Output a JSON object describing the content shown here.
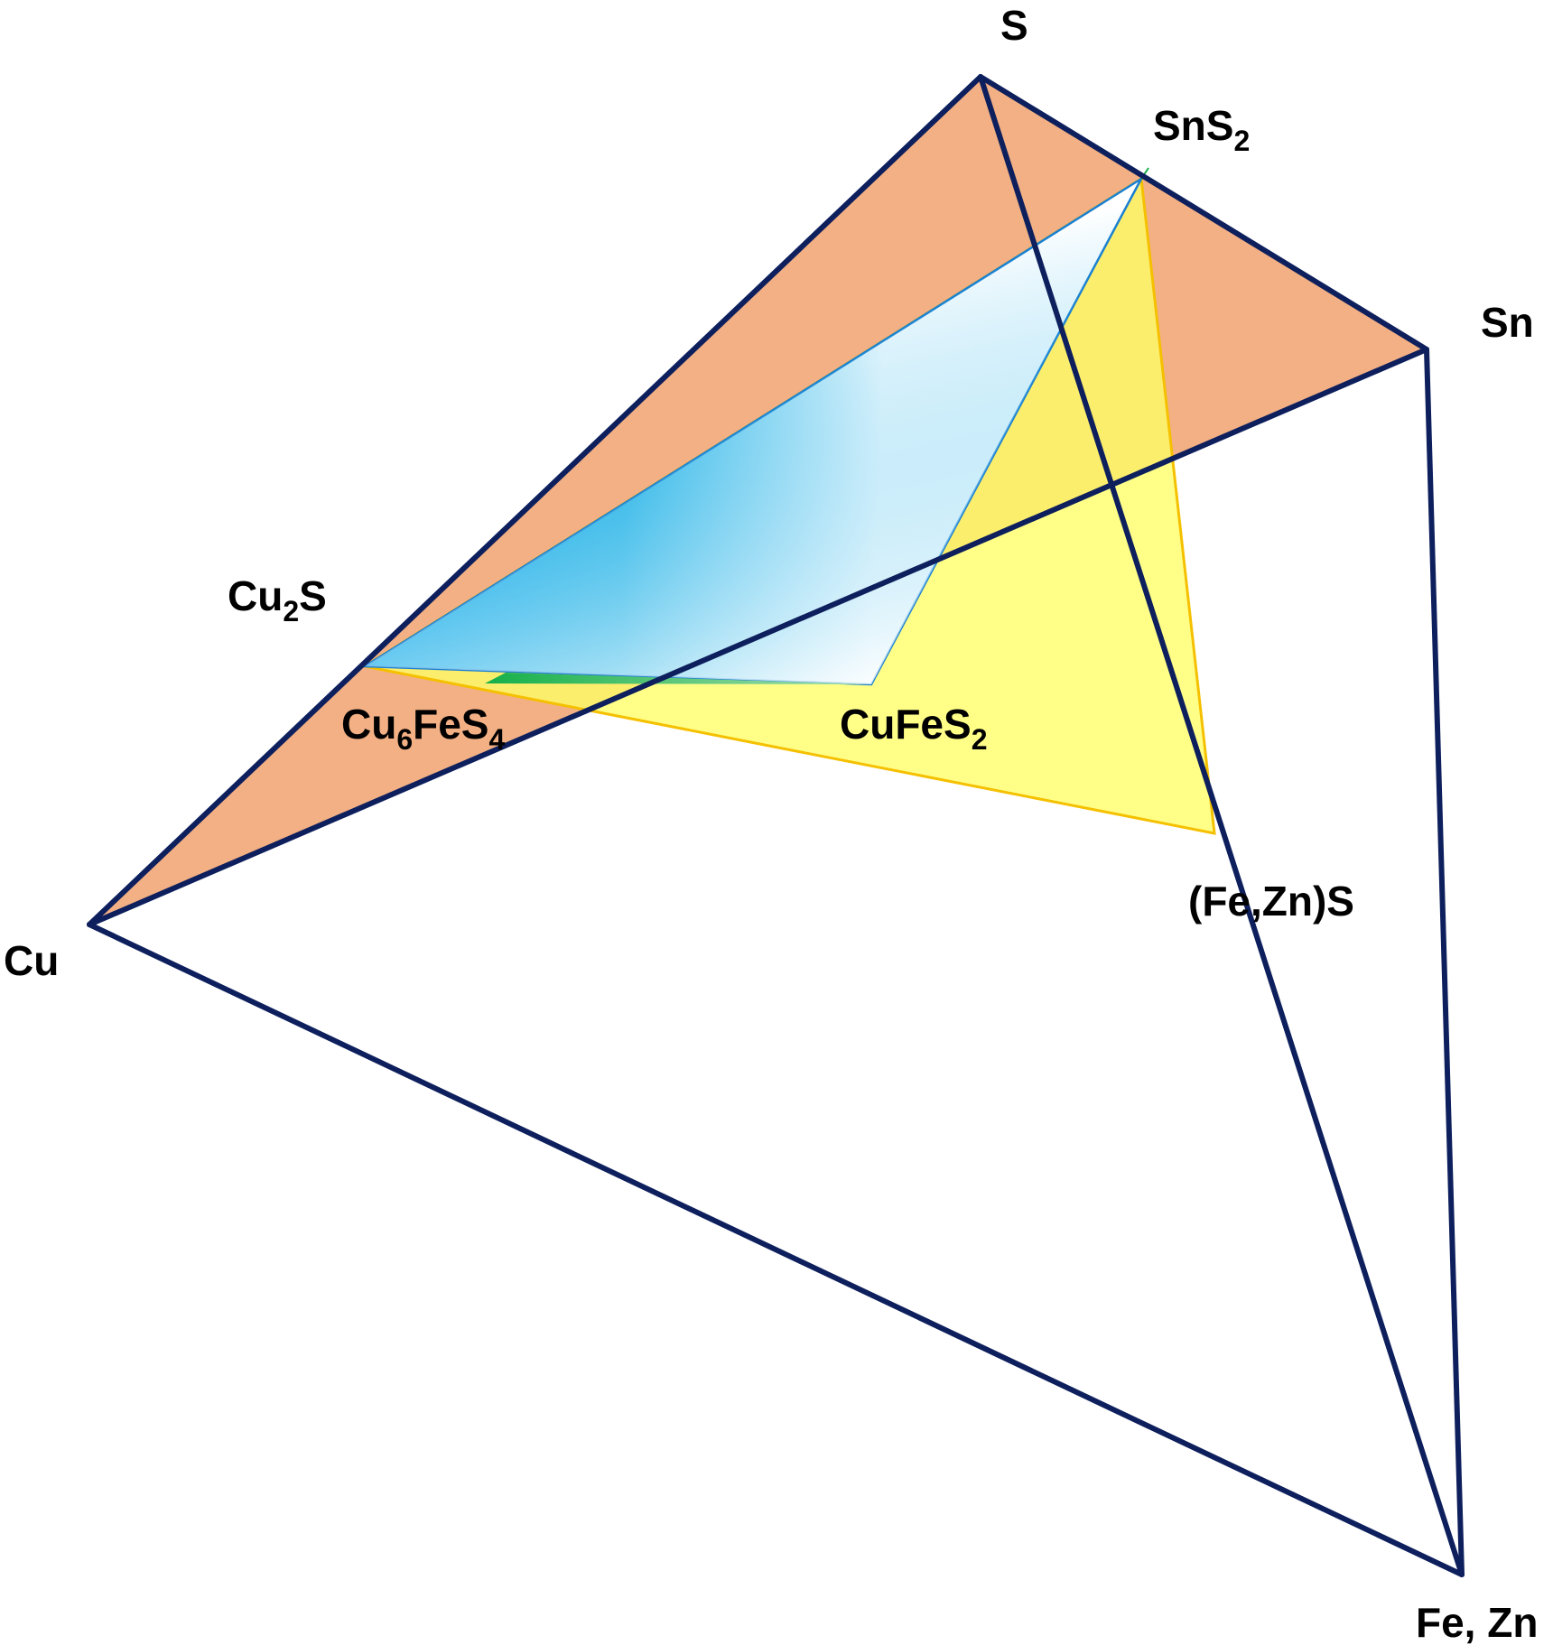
{
  "title": "Cu–Sn–(Fe,Zn)–S phase tetrahedron",
  "vertices": {
    "s": "S",
    "sn": "Sn",
    "cu": "Cu",
    "fezn": "Fe, Zn"
  },
  "phases": {
    "sns2": {
      "base": "SnS",
      "sub": "2"
    },
    "cu2s": {
      "base1": "Cu",
      "sub": "2",
      "base2": "S"
    },
    "cu6fes4": {
      "base1": "Cu",
      "sub1": "6",
      "base2": "FeS",
      "sub2": "4"
    },
    "cufes2": {
      "base": "CuFeS",
      "sub": "2"
    },
    "fezns": "(Fe,Zn)S"
  },
  "colors": {
    "edge": "#0d1f5c",
    "cu_sn_s_face": "#f2b084",
    "yellow_plane": "#ffff66",
    "yellow_edge": "#f5c000",
    "blue_plane": "#0aa8e8",
    "green_plane": "#16b04a"
  }
}
